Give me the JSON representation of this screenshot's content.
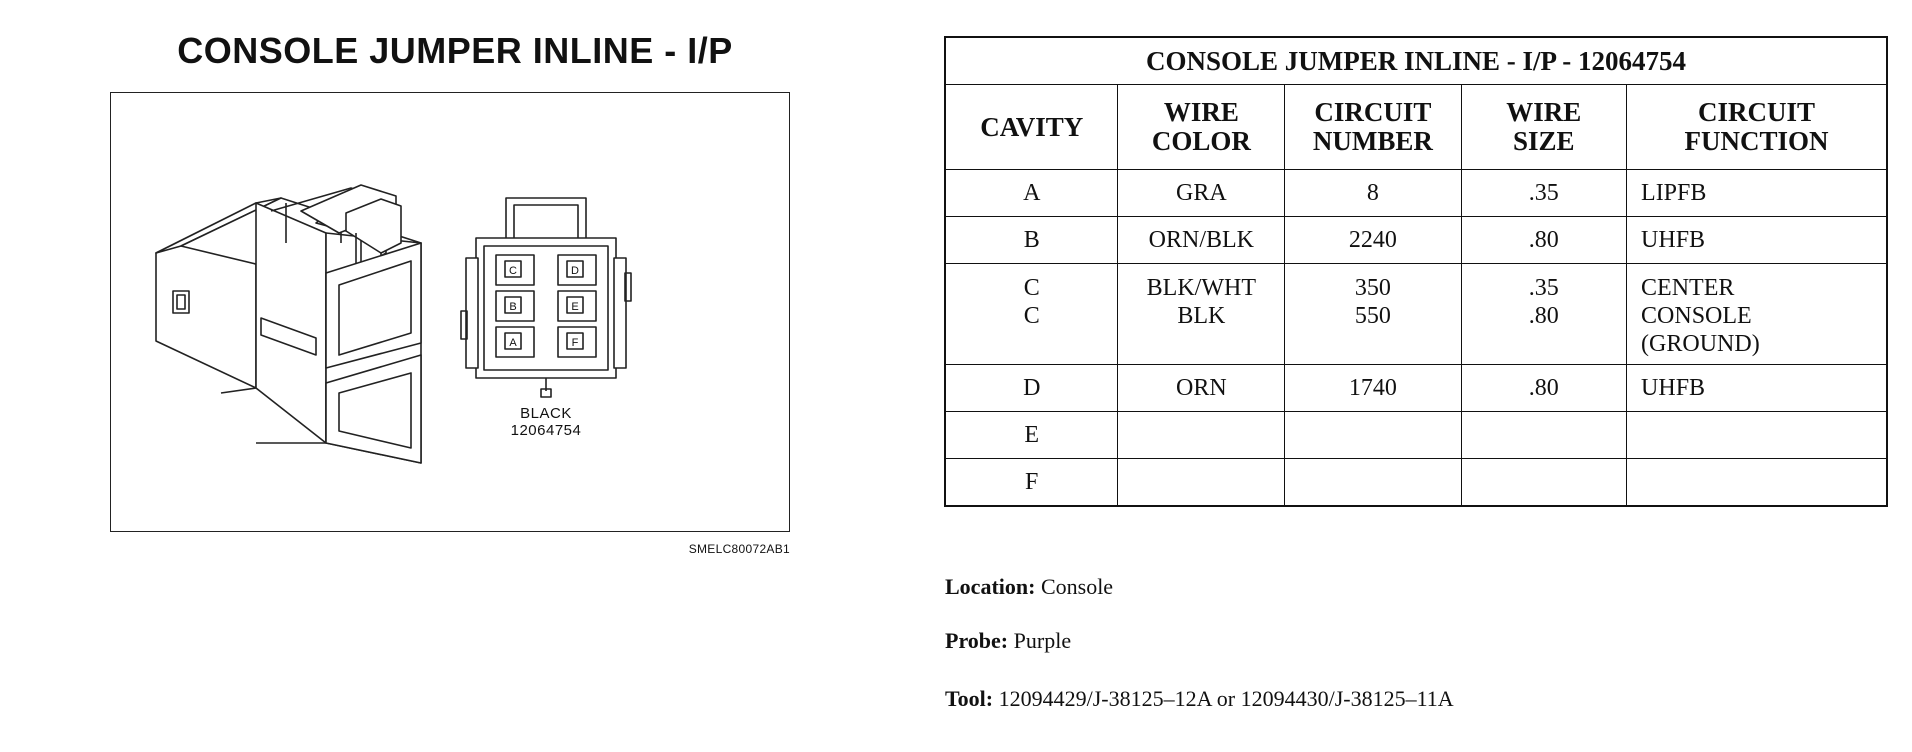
{
  "diagram": {
    "title": "CONSOLE JUMPER INLINE - I/P",
    "connector_color": "BLACK",
    "connector_part": "12064754",
    "figure_id": "SMELC80072AB1",
    "cavity_labels": [
      "C",
      "D",
      "B",
      "E",
      "A",
      "F"
    ]
  },
  "table": {
    "title": "CONSOLE JUMPER INLINE - I/P - 12064754",
    "headers": {
      "cavity": "CAVITY",
      "wire_color_1": "WIRE",
      "wire_color_2": "COLOR",
      "circuit_number_1": "CIRCUIT",
      "circuit_number_2": "NUMBER",
      "wire_size_1": "WIRE",
      "wire_size_2": "SIZE",
      "circuit_function_1": "CIRCUIT",
      "circuit_function_2": "FUNCTION"
    },
    "rows": [
      {
        "cavity": [
          "A"
        ],
        "wire_color": [
          "GRA"
        ],
        "circuit_number": [
          "8"
        ],
        "wire_size": [
          ".35"
        ],
        "circuit_function": [
          "LIPFB"
        ]
      },
      {
        "cavity": [
          "B"
        ],
        "wire_color": [
          "ORN/BLK"
        ],
        "circuit_number": [
          "2240"
        ],
        "wire_size": [
          ".80"
        ],
        "circuit_function": [
          "UHFB"
        ]
      },
      {
        "cavity": [
          "C",
          "C"
        ],
        "wire_color": [
          "BLK/WHT",
          "BLK"
        ],
        "circuit_number": [
          "350",
          "550"
        ],
        "wire_size": [
          ".35",
          ".80"
        ],
        "circuit_function": [
          "CENTER",
          "CONSOLE",
          "(GROUND)"
        ]
      },
      {
        "cavity": [
          "D"
        ],
        "wire_color": [
          "ORN"
        ],
        "circuit_number": [
          "1740"
        ],
        "wire_size": [
          ".80"
        ],
        "circuit_function": [
          "UHFB"
        ]
      },
      {
        "cavity": [
          "E"
        ],
        "wire_color": [],
        "circuit_number": [],
        "wire_size": [],
        "circuit_function": []
      },
      {
        "cavity": [
          "F"
        ],
        "wire_color": [],
        "circuit_number": [],
        "wire_size": [],
        "circuit_function": []
      }
    ]
  },
  "info": {
    "location_label": "Location:",
    "location_value": "Console",
    "probe_label": "Probe:",
    "probe_value": "Purple",
    "tool_label": "Tool:",
    "tool_value": "12094429/J-38125–12A or 12094430/J-38125–11A"
  }
}
